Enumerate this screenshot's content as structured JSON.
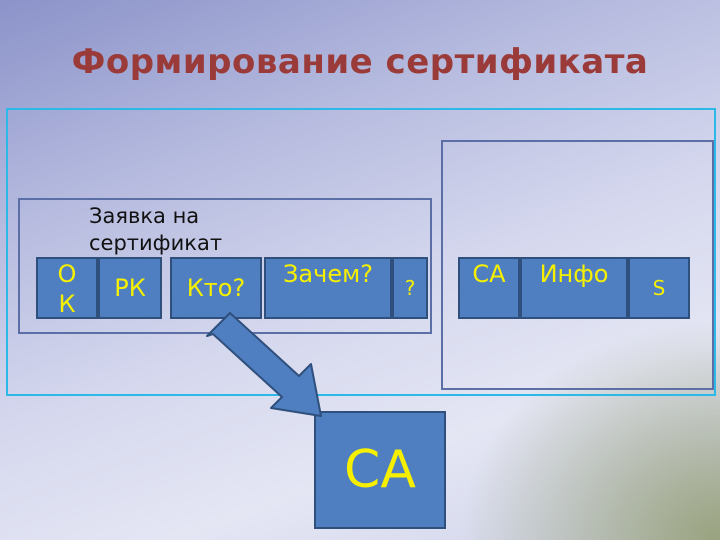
{
  "title": "Формирование сертификата",
  "request": {
    "label": "Заявка на сертификат",
    "fields": {
      "ok": "ОК",
      "pk": "РК",
      "who": "Кто?",
      "why": "Зачем?",
      "question": "?"
    }
  },
  "certificate": {
    "fields": {
      "ca": "СА",
      "info": "Инфо",
      "s": "S"
    }
  },
  "authority": {
    "label": "СА"
  },
  "colors": {
    "title": "#9b3b39",
    "box_fill": "#4f7fc0",
    "box_text": "#f6f000",
    "outer_frame": "#2db9e8",
    "inner_frame": "#5b6fa6"
  }
}
